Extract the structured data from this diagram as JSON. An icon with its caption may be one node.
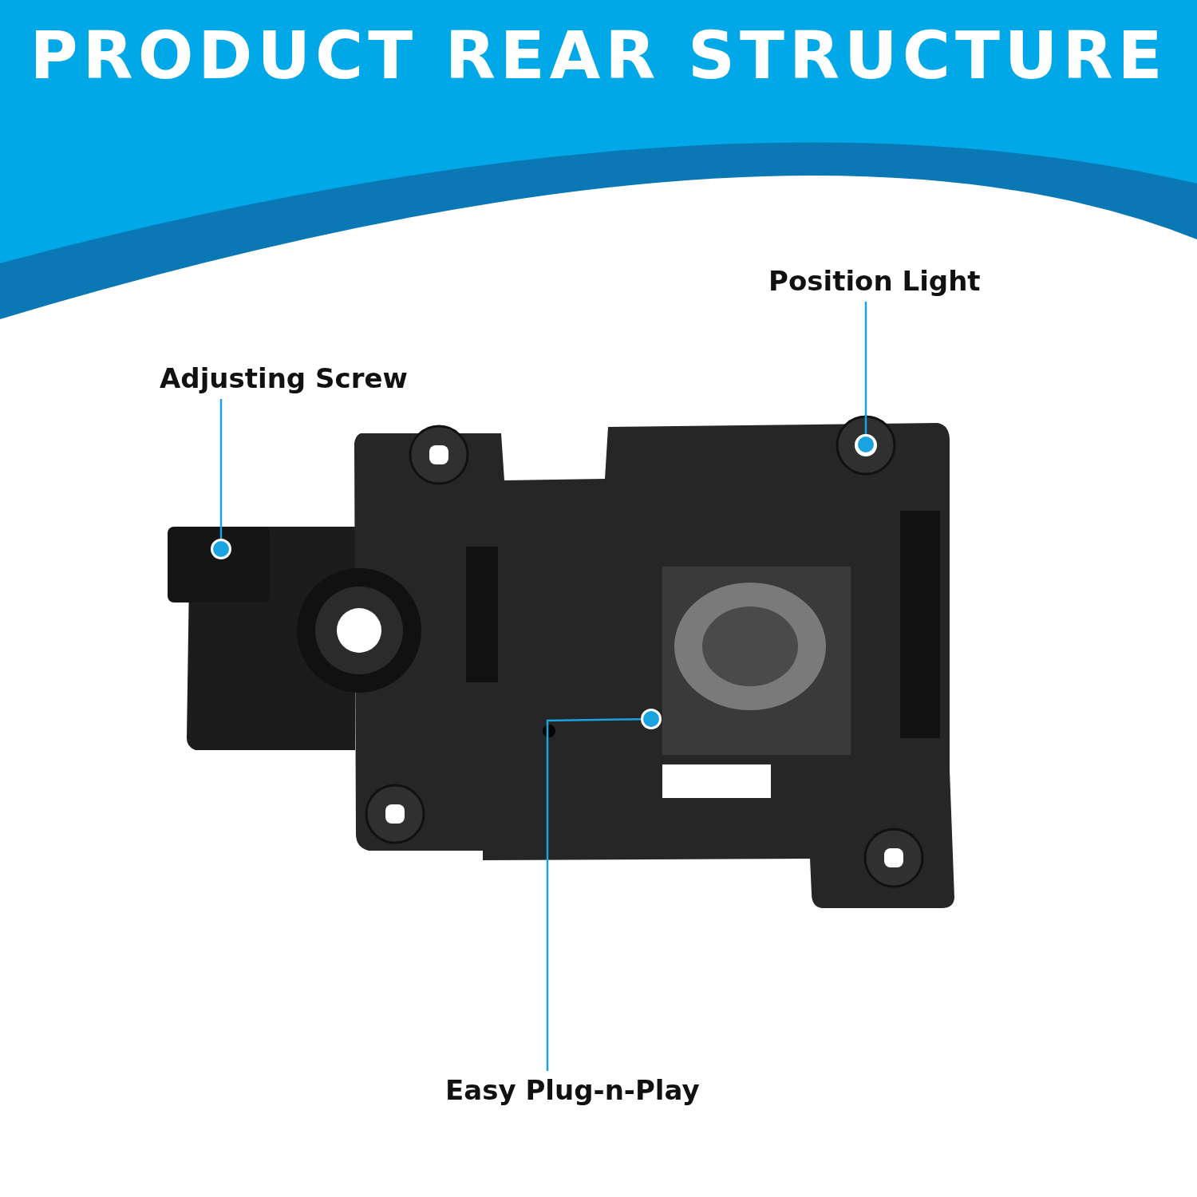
{
  "diagram": {
    "title": "PRODUCT REAR STRUCTURE",
    "nodes": [
      {
        "text": [
          "Adjusting Screw"
        ]
      },
      {
        "text": [],
        "shape": "circle"
      },
      {
        "text": [
          "Position Light"
        ]
      },
      {
        "text": [],
        "shape": "circle"
      },
      {
        "text": [
          "Easy Plug-n-Play"
        ]
      },
      {
        "text": [],
        "shape": "circle"
      }
    ],
    "edges": [
      {
        "from": 0,
        "to": 1,
        "arrow": "none"
      },
      {
        "from": 2,
        "to": 3,
        "arrow": "none"
      },
      {
        "from": 4,
        "to": 5,
        "arrow": "none"
      }
    ]
  }
}
